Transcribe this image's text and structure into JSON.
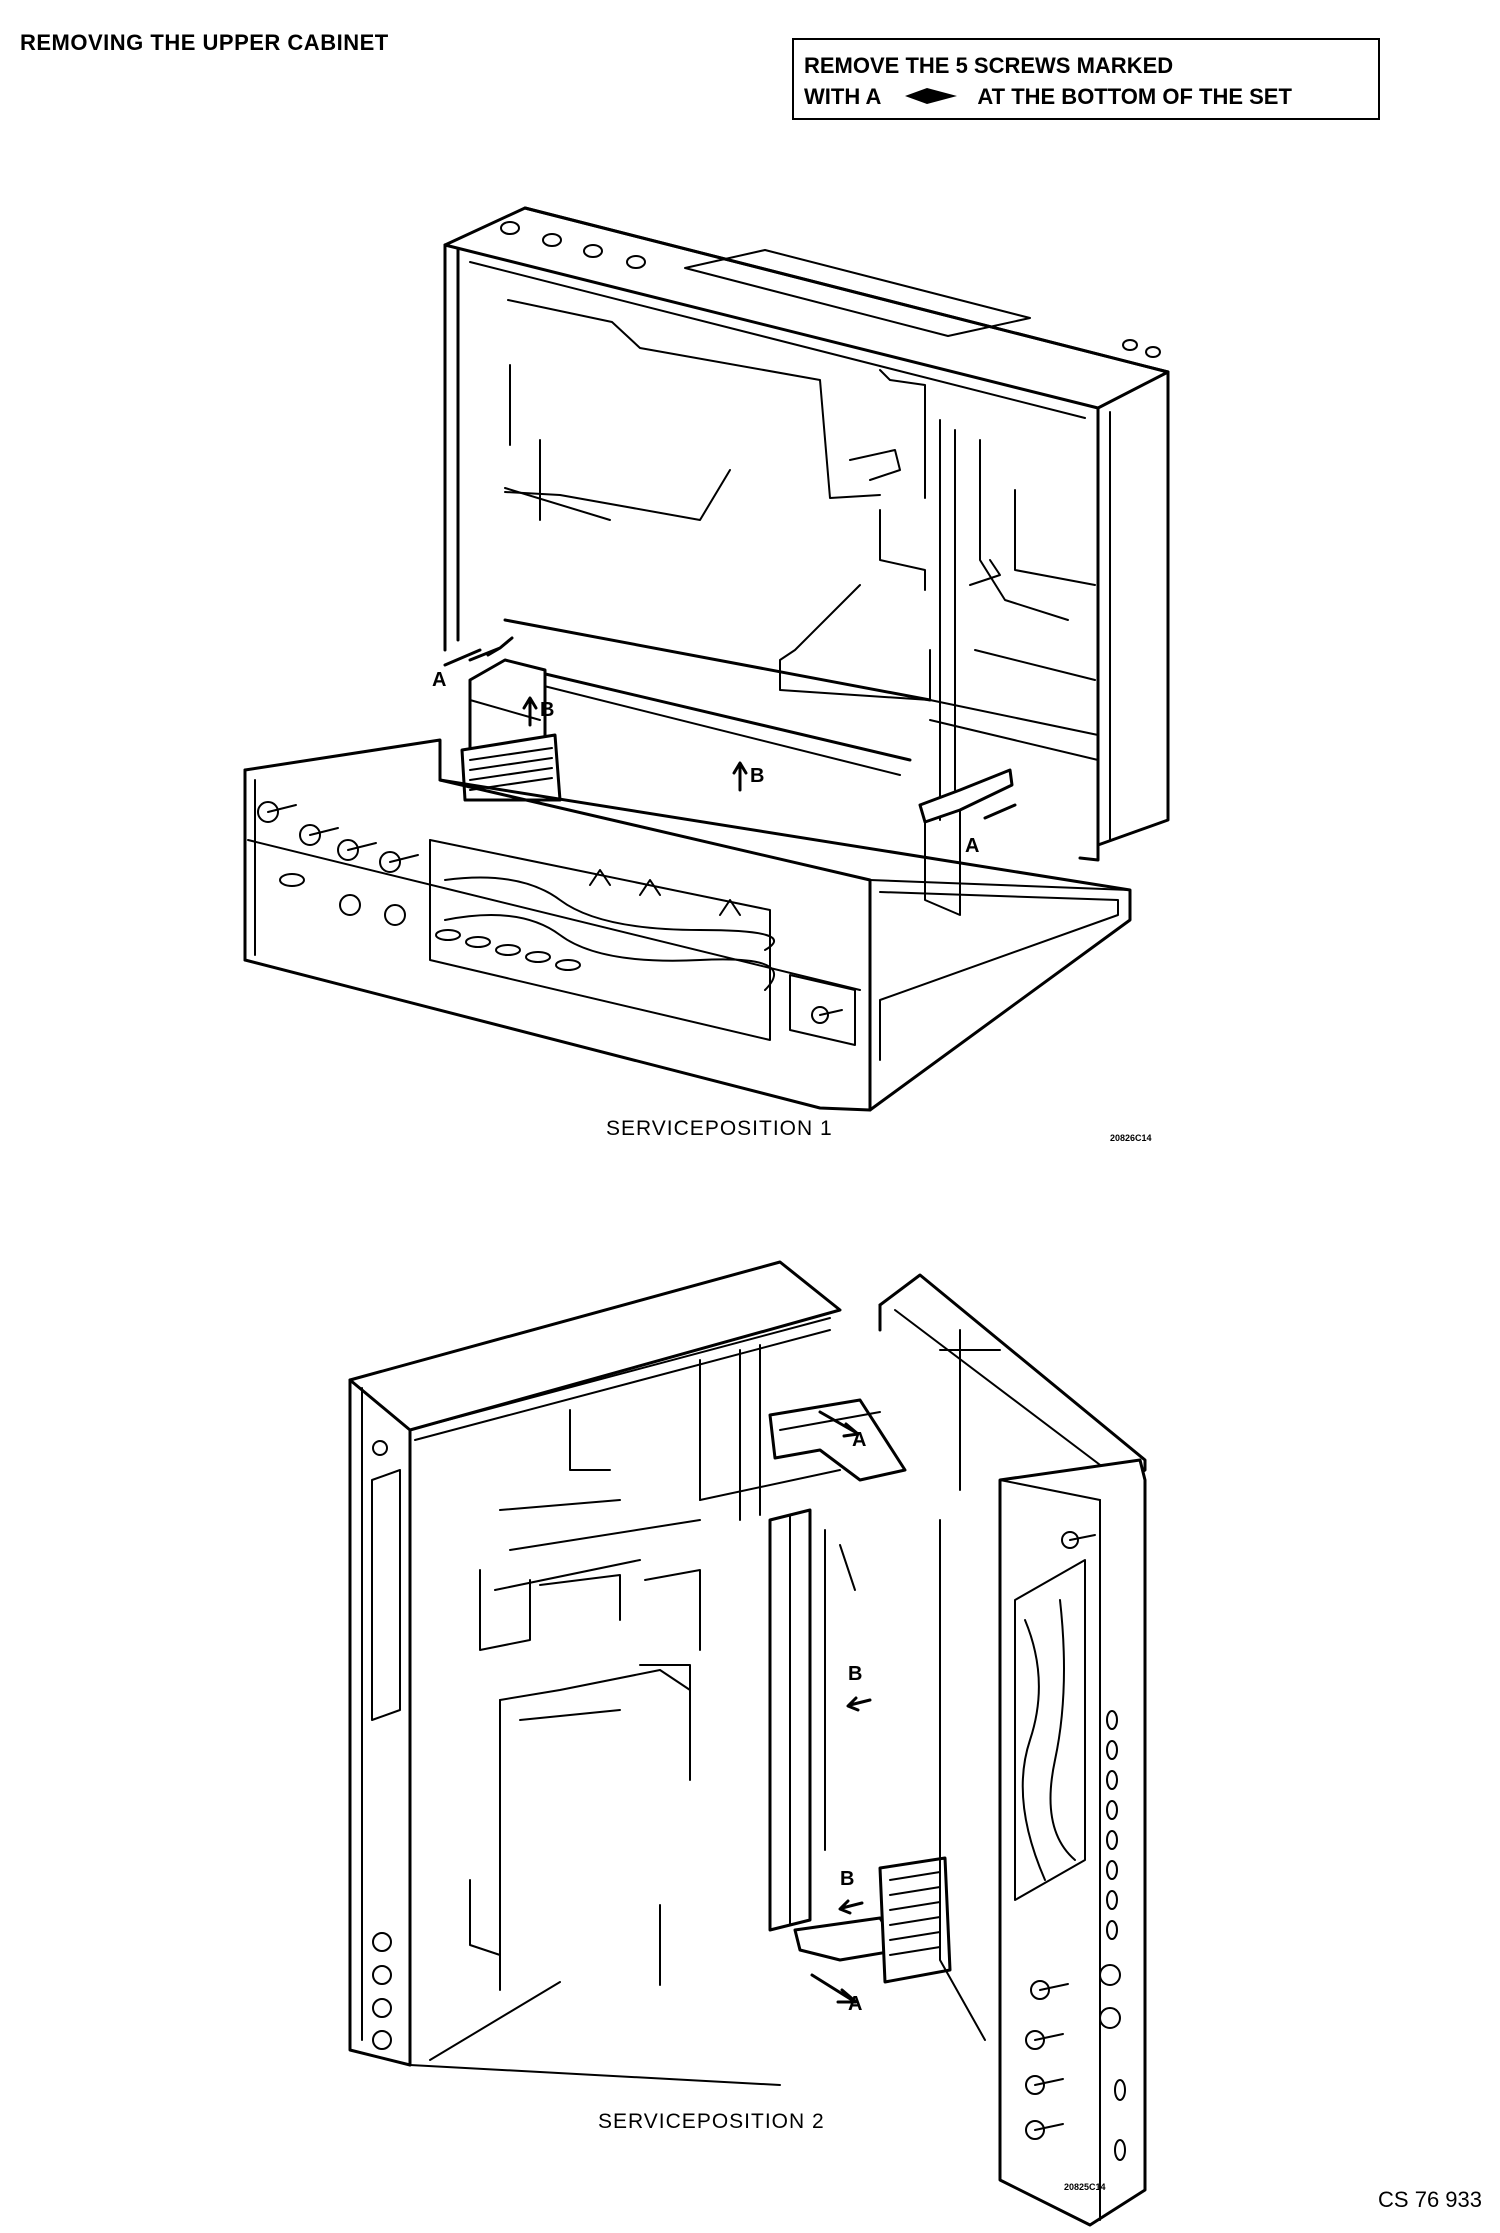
{
  "header": {
    "title": "REMOVING THE UPPER CABINET",
    "notice_line1": "REMOVE THE 5 SCREWS MARKED",
    "notice_line2_a": "WITH A",
    "notice_line2_b": "AT THE BOTTOM OF THE SET",
    "notice_icon": "arrow-marker-icon"
  },
  "figure1": {
    "caption": "SERVICEPOSITION 1",
    "code": "20826C14",
    "labels": [
      "A",
      "A",
      "B",
      "B"
    ]
  },
  "figure2": {
    "caption": "SERVICEPOSITION 2",
    "code": "20825C14",
    "labels": [
      "A",
      "A",
      "B",
      "B"
    ]
  },
  "footer": {
    "doc_number": "CS 76 933"
  }
}
